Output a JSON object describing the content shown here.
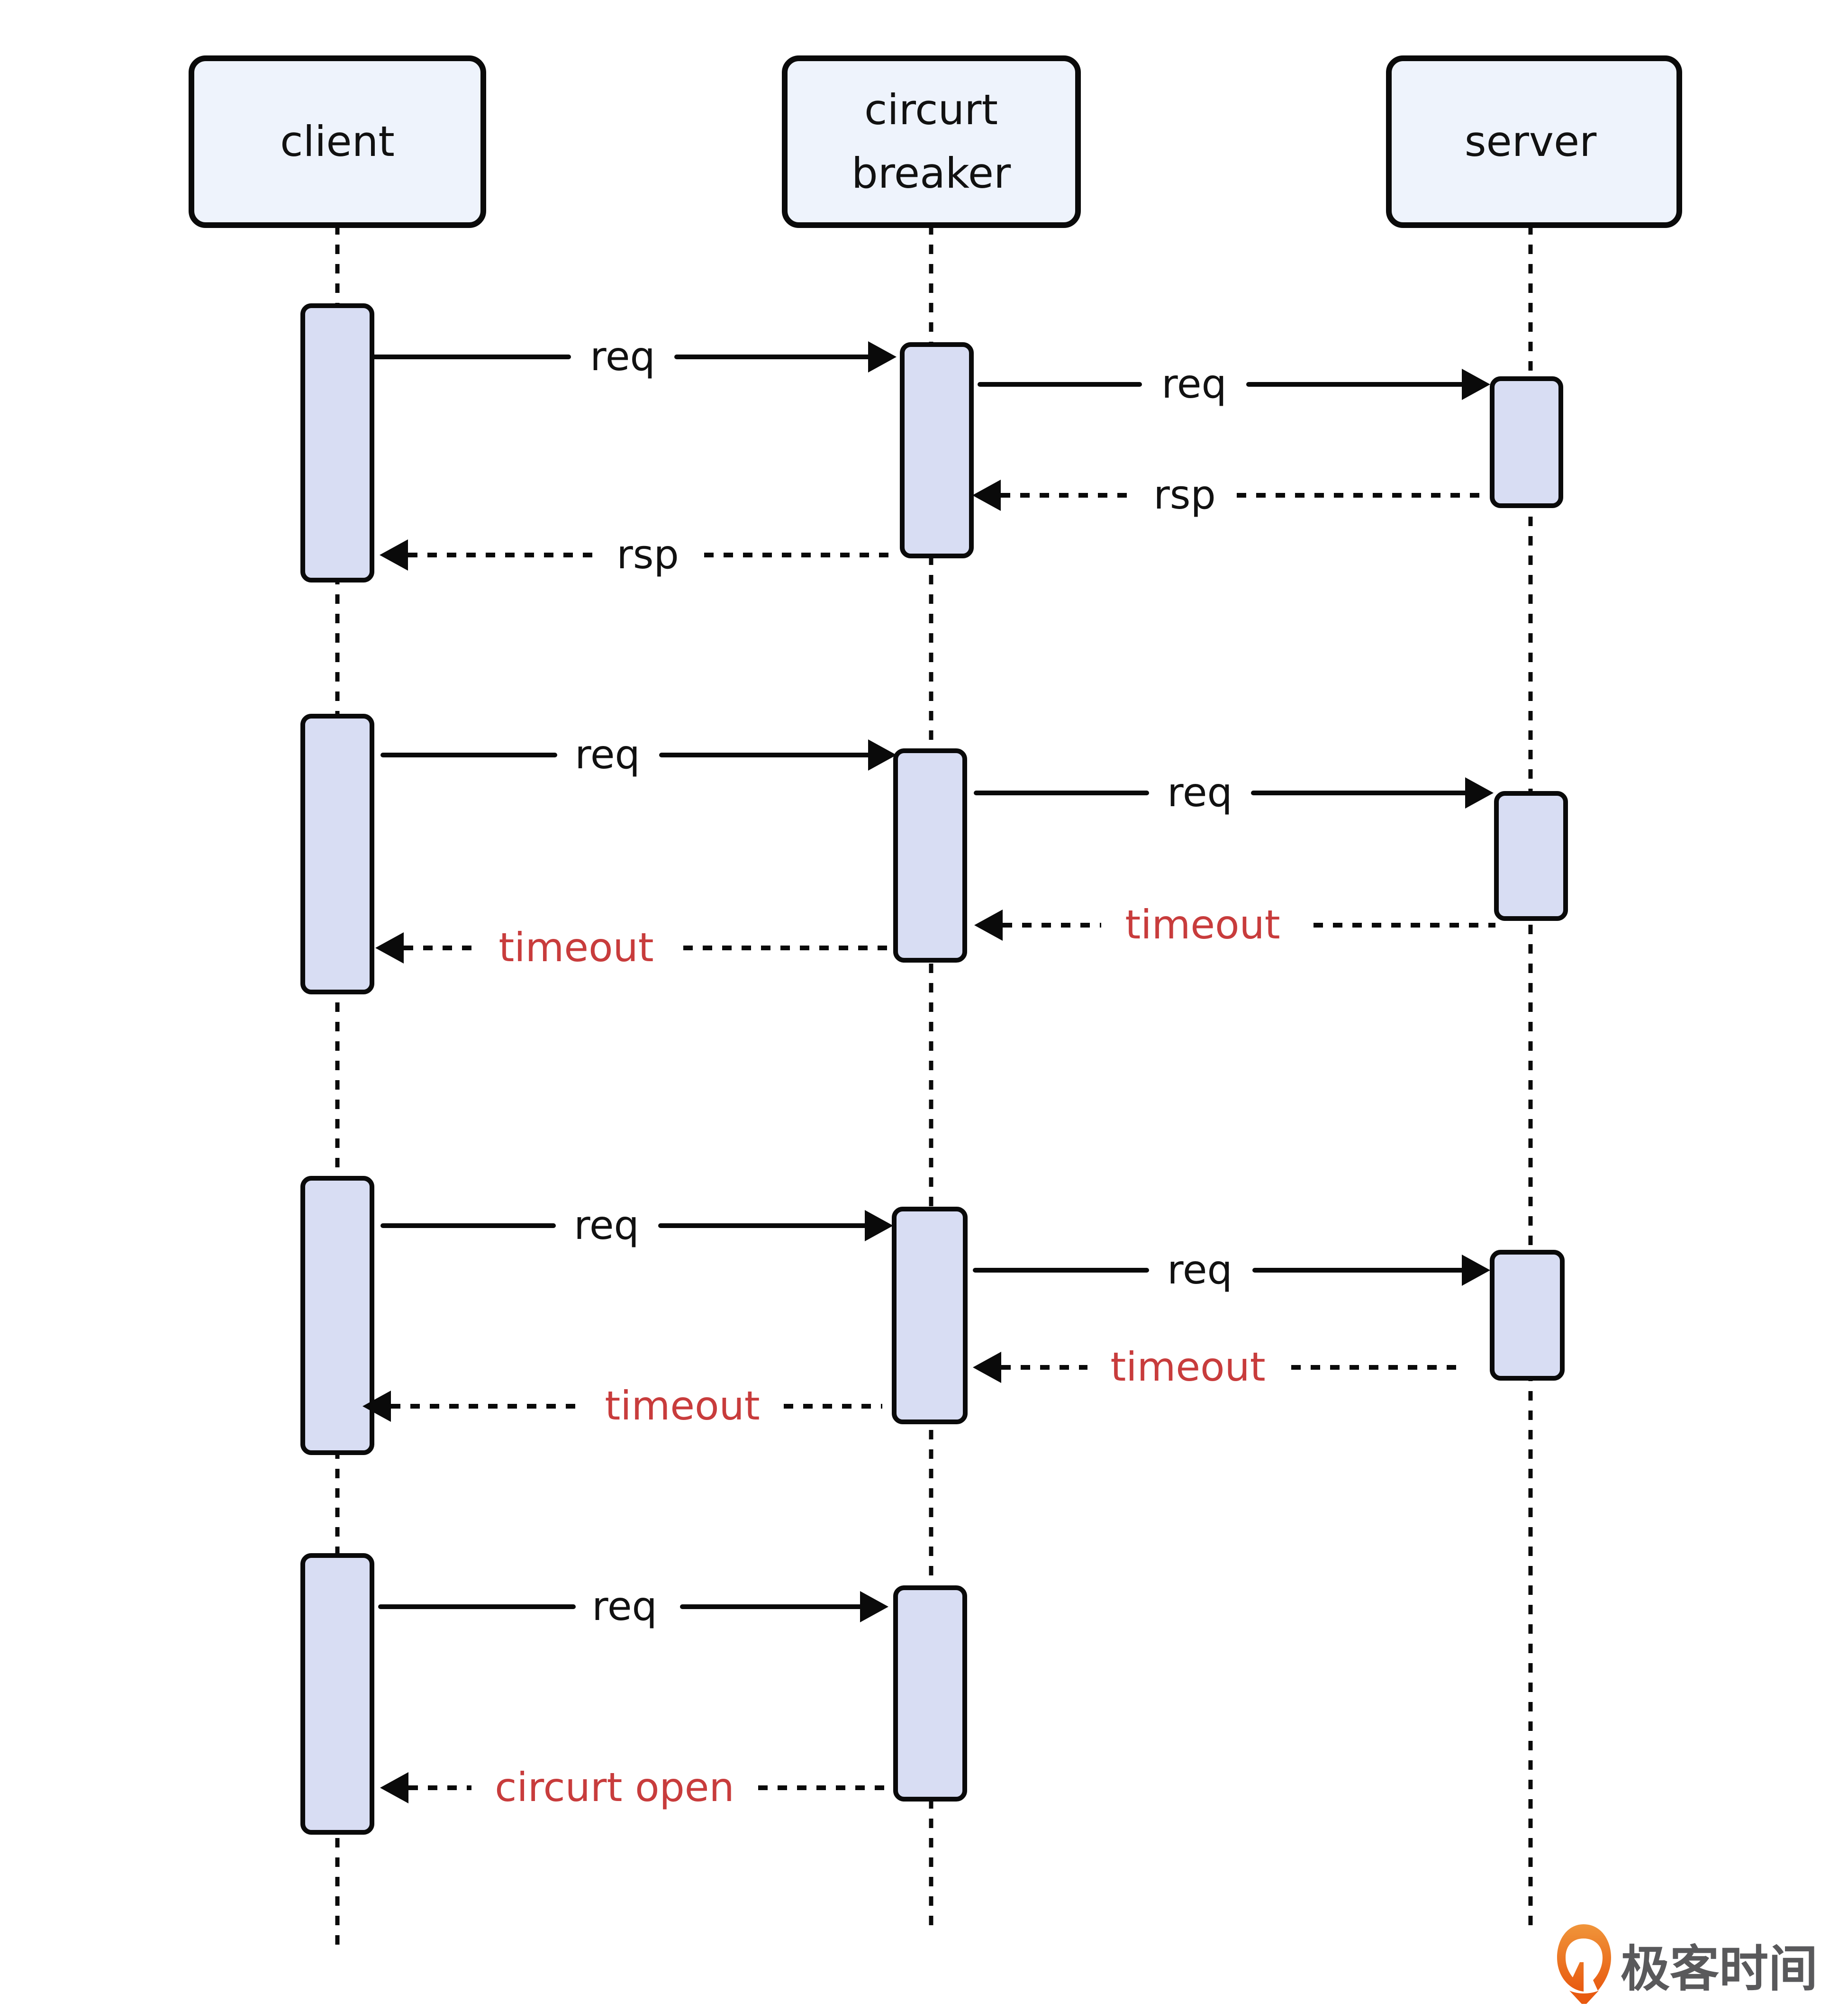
{
  "diagram": {
    "type": "sequence",
    "colors": {
      "participant_fill": "#eef3fc",
      "activation_fill": "#d8ddf3",
      "line": "#0a0a0a",
      "text": "#111111",
      "error_text": "#c83c3c",
      "logo_orange": "#ec6a1a",
      "logo_text": "#59595b"
    },
    "participants": [
      {
        "id": "client",
        "label_lines": [
          "client"
        ]
      },
      {
        "id": "circuit-breaker",
        "label_lines": [
          "circurt",
          "breaker"
        ]
      },
      {
        "id": "server",
        "label_lines": [
          "server"
        ]
      }
    ],
    "scenarios": [
      {
        "name": "success",
        "messages": [
          {
            "from": "client",
            "to": "circuit-breaker",
            "label": "req",
            "style": "solid",
            "tone": "normal"
          },
          {
            "from": "circuit-breaker",
            "to": "server",
            "label": "req",
            "style": "solid",
            "tone": "normal"
          },
          {
            "from": "server",
            "to": "circuit-breaker",
            "label": "rsp",
            "style": "dashed",
            "tone": "normal"
          },
          {
            "from": "circuit-breaker",
            "to": "client",
            "label": "rsp",
            "style": "dashed",
            "tone": "normal"
          }
        ]
      },
      {
        "name": "timeout-1",
        "messages": [
          {
            "from": "client",
            "to": "circuit-breaker",
            "label": "req",
            "style": "solid",
            "tone": "normal"
          },
          {
            "from": "circuit-breaker",
            "to": "server",
            "label": "req",
            "style": "solid",
            "tone": "normal"
          },
          {
            "from": "server",
            "to": "circuit-breaker",
            "label": "timeout",
            "style": "dashed",
            "tone": "error"
          },
          {
            "from": "circuit-breaker",
            "to": "client",
            "label": "timeout",
            "style": "dashed",
            "tone": "error"
          }
        ]
      },
      {
        "name": "timeout-2",
        "messages": [
          {
            "from": "client",
            "to": "circuit-breaker",
            "label": "req",
            "style": "solid",
            "tone": "normal"
          },
          {
            "from": "circuit-breaker",
            "to": "server",
            "label": "req",
            "style": "solid",
            "tone": "normal"
          },
          {
            "from": "server",
            "to": "circuit-breaker",
            "label": "timeout",
            "style": "dashed",
            "tone": "error"
          },
          {
            "from": "circuit-breaker",
            "to": "client",
            "label": "timeout",
            "style": "dashed",
            "tone": "error"
          }
        ]
      },
      {
        "name": "circuit-open",
        "messages": [
          {
            "from": "client",
            "to": "circuit-breaker",
            "label": "req",
            "style": "solid",
            "tone": "normal"
          },
          {
            "from": "circuit-breaker",
            "to": "client",
            "label": "circurt open",
            "style": "dashed",
            "tone": "error"
          }
        ]
      }
    ]
  },
  "watermark": {
    "icon": "geektime-logo-icon",
    "text": "极客时间"
  }
}
